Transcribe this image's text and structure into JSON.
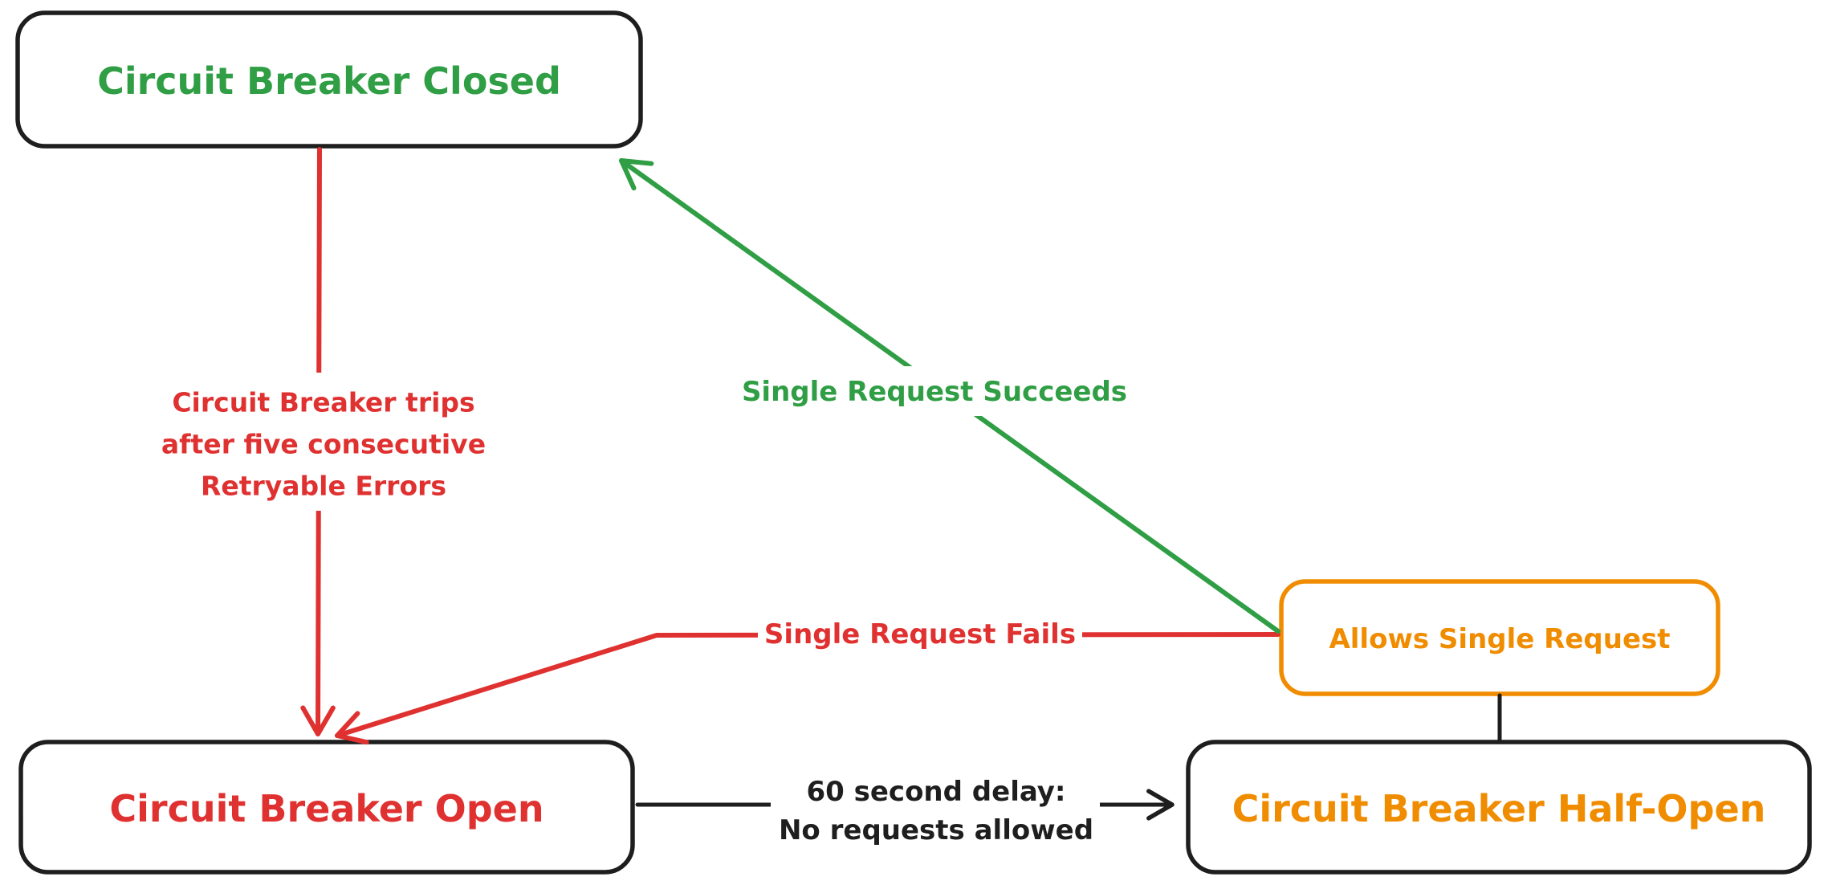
{
  "diagram": {
    "kind": "state-diagram",
    "subject": "Circuit Breaker",
    "background": "#ffffff"
  },
  "colors": {
    "green": "#2f9e44",
    "red": "#e03131",
    "orange": "#f08c00",
    "black": "#1e1e1e",
    "node_fill": "#ffffff"
  },
  "nodes": {
    "closed": {
      "label": "Circuit Breaker Closed"
    },
    "open": {
      "label": "Circuit Breaker Open"
    },
    "half_open": {
      "label": "Circuit Breaker Half-Open"
    },
    "allows_single_request": {
      "label": "Allows Single Request"
    }
  },
  "edges": {
    "trip": {
      "from": "closed",
      "to": "open",
      "label_lines": [
        "Circuit Breaker trips",
        "after five consecutive",
        "Retryable Errors"
      ]
    },
    "single_request_succeeds": {
      "from": "allows_single_request",
      "to": "closed",
      "label": "Single Request Succeeds"
    },
    "single_request_fails": {
      "from": "allows_single_request",
      "to": "open",
      "label": "Single Request Fails"
    },
    "delay": {
      "from": "open",
      "to": "half_open",
      "label_lines": [
        "60 second delay:",
        "No requests allowed"
      ]
    },
    "half_open_to_allows": {
      "from": "half_open",
      "to": "allows_single_request",
      "label": ""
    }
  }
}
